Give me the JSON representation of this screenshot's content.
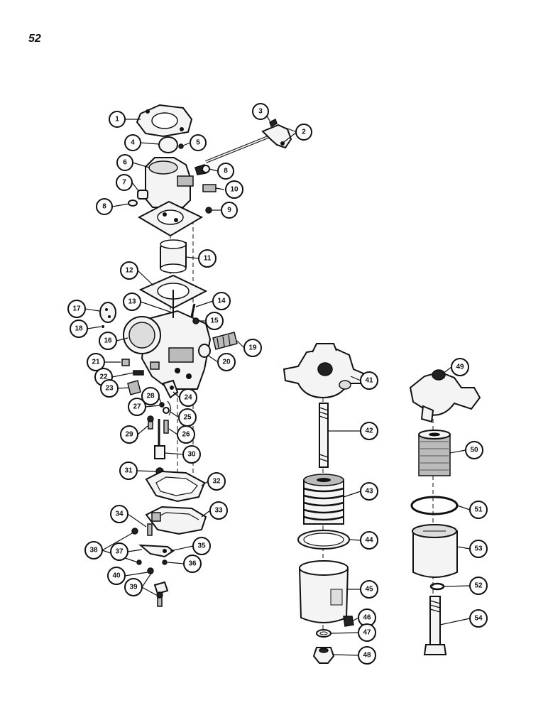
{
  "page": {
    "number": "52"
  },
  "callouts": [
    "1",
    "2",
    "3",
    "4",
    "5",
    "6",
    "7",
    "8",
    "9",
    "10",
    "11",
    "12",
    "13",
    "14",
    "15",
    "16",
    "17",
    "18",
    "19",
    "20",
    "21",
    "22",
    "23",
    "24",
    "25",
    "26",
    "27",
    "28",
    "29",
    "30",
    "31",
    "32",
    "33",
    "34",
    "35",
    "36",
    "37",
    "38",
    "39",
    "40",
    "41",
    "42",
    "43",
    "44",
    "45",
    "46",
    "47",
    "48",
    "49",
    "50",
    "51",
    "52",
    "53",
    "54"
  ],
  "colors": {
    "ink": "#111111",
    "paper": "#ffffff"
  }
}
